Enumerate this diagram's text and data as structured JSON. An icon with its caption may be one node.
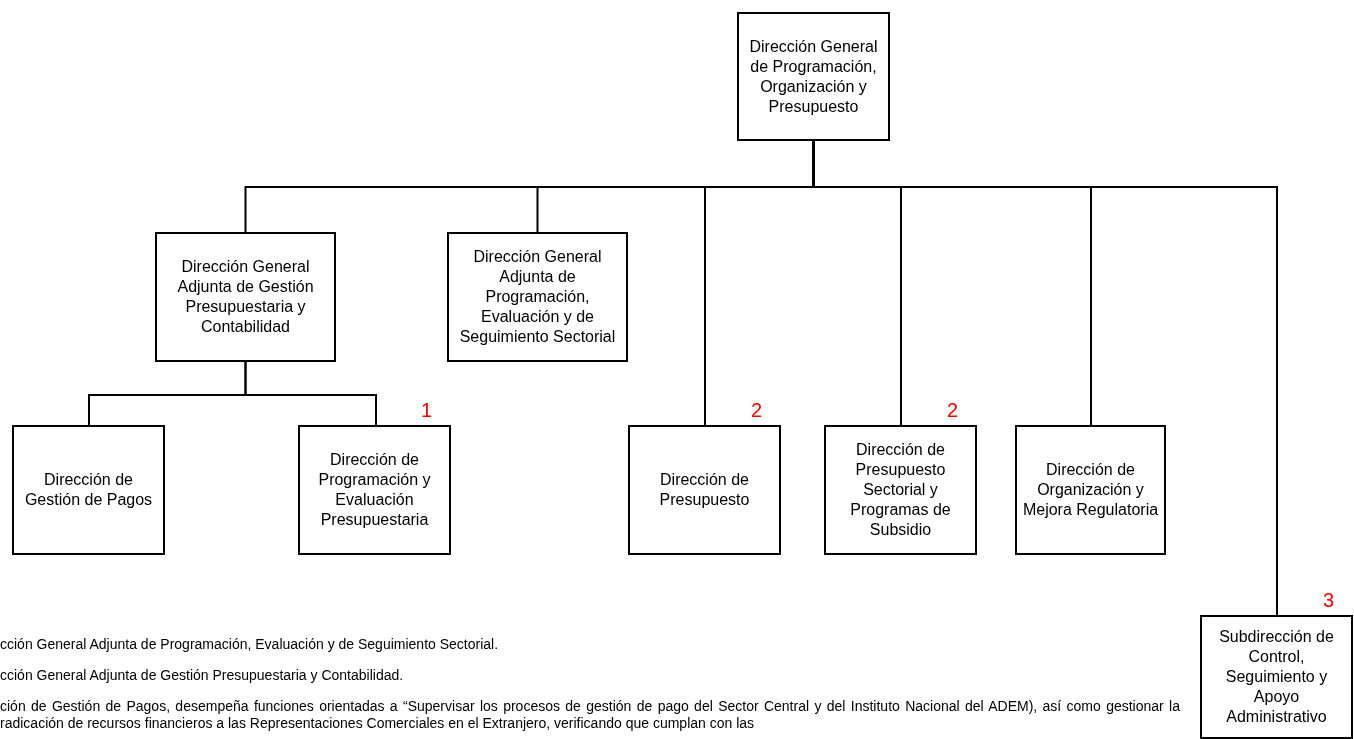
{
  "diagram": {
    "nodes": [
      {
        "text": [
          "Dirección General de Programación, Organización y Presupuesto"
        ]
      },
      {
        "text": [
          "Dirección General Adjunta de Gestión Presupuestaria y Contabilidad"
        ]
      },
      {
        "text": [
          "Dirección General Adjunta de Programación, Evaluación y de Seguimiento Sectorial"
        ]
      },
      {
        "text": [
          "Dirección de Gestión de Pagos"
        ]
      },
      {
        "text": [
          "Dirección de Programación y Evaluación Presupuestaria"
        ],
        "beside": [
          "1"
        ]
      },
      {
        "text": [
          "Dirección de Presupuesto"
        ],
        "beside": [
          "2"
        ]
      },
      {
        "text": [
          "Dirección de Presupuesto Sectorial y Programas de Subsidio"
        ],
        "beside": [
          "2"
        ]
      },
      {
        "text": [
          "Dirección de Organización y Mejora Regulatoria"
        ]
      },
      {
        "text": [
          "Subdirección de Control, Seguimiento y Apoyo Administrativo"
        ],
        "beside": [
          "3"
        ]
      }
    ],
    "edges": [
      {
        "from": 0,
        "to": 1,
        "arrow": "none"
      },
      {
        "from": 0,
        "to": 2,
        "arrow": "none"
      },
      {
        "from": 0,
        "to": 5,
        "arrow": "none"
      },
      {
        "from": 0,
        "to": 6,
        "arrow": "none"
      },
      {
        "from": 0,
        "to": 7,
        "arrow": "none"
      },
      {
        "from": 0,
        "to": 8,
        "arrow": "none"
      },
      {
        "from": 1,
        "to": 3,
        "arrow": "none"
      },
      {
        "from": 1,
        "to": 4,
        "arrow": "none"
      }
    ],
    "labels": [
      "cción General Adjunta de Programación, Evaluación y de Seguimiento Sectorial.",
      "cción General Adjunta de Gestión Presupuestaria y Contabilidad.",
      "ción de Gestión de Pagos, desempeña funciones orientadas a “Supervisar los procesos de gestión de pago del Sector Central y del Instituto Nacional del ADEM), así como gestionar la radicación de recursos financieros a las Representaciones Comerciales en el Extranjero, verificando que cumplan con las"
    ]
  }
}
